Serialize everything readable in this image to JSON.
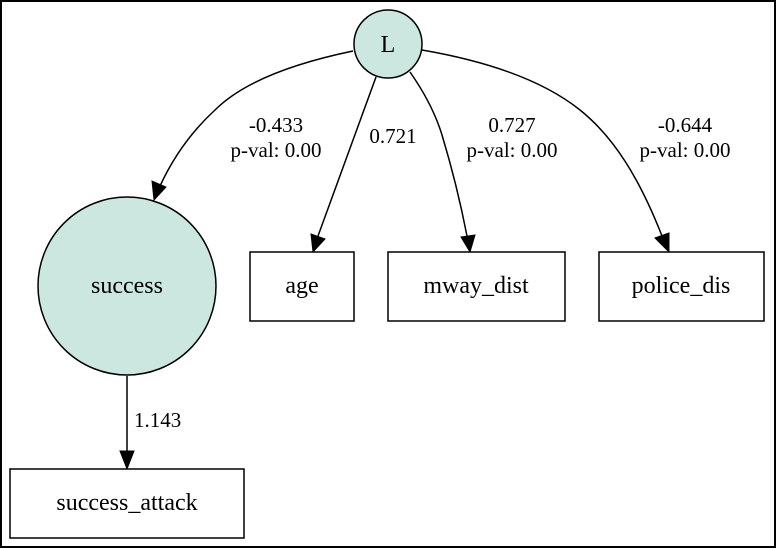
{
  "colors": {
    "latent_fill": "#cce6e0",
    "observed_fill": "#ffffff",
    "stroke": "#000000",
    "frame": "#000000"
  },
  "nodes": {
    "L": {
      "label": "L",
      "shape": "circle",
      "kind": "latent"
    },
    "success": {
      "label": "success",
      "shape": "circle",
      "kind": "latent"
    },
    "age": {
      "label": "age",
      "shape": "box",
      "kind": "observed"
    },
    "mway_dist": {
      "label": "mway_dist",
      "shape": "box",
      "kind": "observed"
    },
    "police_dis": {
      "label": "police_dis",
      "shape": "box",
      "kind": "observed"
    },
    "success_attack": {
      "label": "success_attack",
      "shape": "box",
      "kind": "observed"
    }
  },
  "edges": [
    {
      "from": "L",
      "to": "success",
      "coef": "-0.433",
      "pval": "p-val: 0.00"
    },
    {
      "from": "L",
      "to": "age",
      "coef": "0.721",
      "pval": ""
    },
    {
      "from": "L",
      "to": "mway_dist",
      "coef": "0.727",
      "pval": "p-val: 0.00"
    },
    {
      "from": "L",
      "to": "police_dis",
      "coef": "-0.644",
      "pval": "p-val: 0.00"
    },
    {
      "from": "success",
      "to": "success_attack",
      "coef": "1.143",
      "pval": ""
    }
  ]
}
